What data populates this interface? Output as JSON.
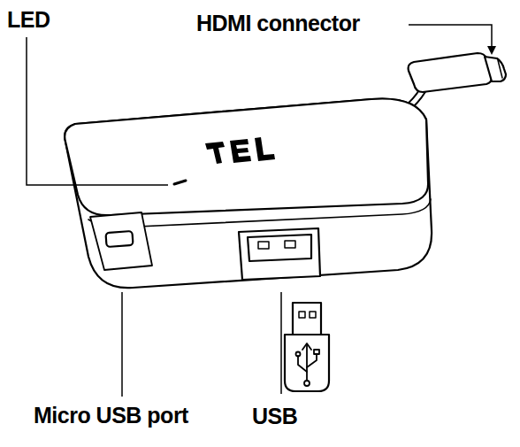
{
  "diagram": {
    "labels": [
      "LED",
      "HDMI connector",
      "Micro USB port",
      "USB"
    ]
  }
}
